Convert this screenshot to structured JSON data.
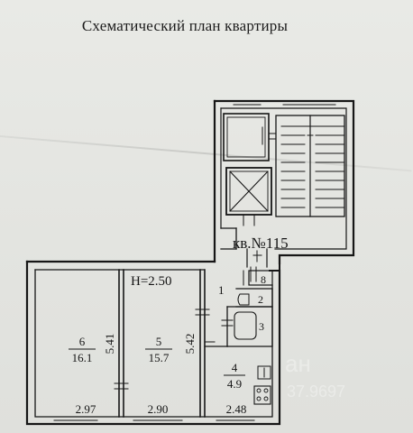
{
  "title": "Схематический план квартиры",
  "apartment_label": "кв.№115",
  "ceiling_height": "H=2.50",
  "rooms": [
    {
      "number": "6",
      "area": "16.1"
    },
    {
      "number": "5",
      "area": "15.7"
    },
    {
      "number": "4",
      "area": "4.9"
    }
  ],
  "room_labels": {
    "r1": "1",
    "r2": "2",
    "r3": "3",
    "r8": "8"
  },
  "dimensions": {
    "room6_width": "2.97",
    "room5_width": "2.90",
    "room4_width": "2.48",
    "room6_length": "5.41",
    "room5_length": "5.42"
  },
  "watermark": {
    "text_a": "ан",
    "text_b": "37.9697"
  },
  "colors": {
    "paper": "#e6e7e3",
    "ink": "#161616"
  }
}
